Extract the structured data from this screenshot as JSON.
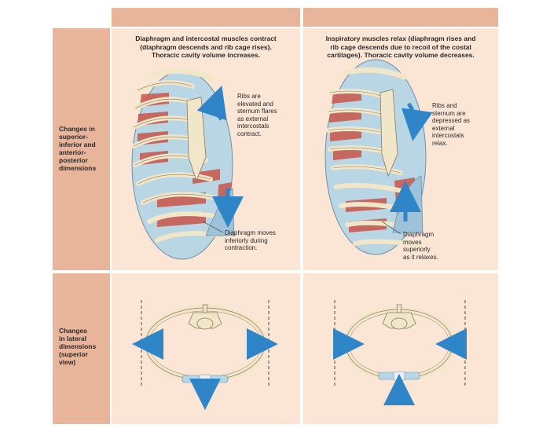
{
  "colors": {
    "header_bg": "#e8b49a",
    "panel_bg": "#fbe6d6",
    "bone": "#f2e6c8",
    "cartilage": "#b9d6e4",
    "muscle": "#c9554a",
    "arrow": "#2e86c8"
  },
  "row_labels": {
    "superior_inferior": "Changes in\nsuperior-\ninferior and\nanterior-\nposterior\ndimensions",
    "lateral": "Changes\nin lateral\ndimensions\n(superior\nview)"
  },
  "columns": {
    "inspiration": {
      "caption": "Diaphragm and intercostal muscles contract\n(diaphragm descends and rib cage rises).\nThoracic cavity volume increases.",
      "ribs_note": "Ribs are\nelevated and\nsternum flares\nas external\nintercostals\ncontract.",
      "diaphragm_note": "Diaphragm moves\ninferiorly during\ncontraction."
    },
    "expiration": {
      "caption": "Inspiratory muscles relax (diaphragm rises and\nrib cage descends due to recoil of the costal\ncartilages). Thoracic cavity volume decreases.",
      "ribs_note": "Ribs and\nsternum are\ndepressed as\nexternal\nintercostals\nrelax.",
      "diaphragm_note": "Diaphragm\nmoves\nsuperiorly\nas it relaxes."
    }
  }
}
